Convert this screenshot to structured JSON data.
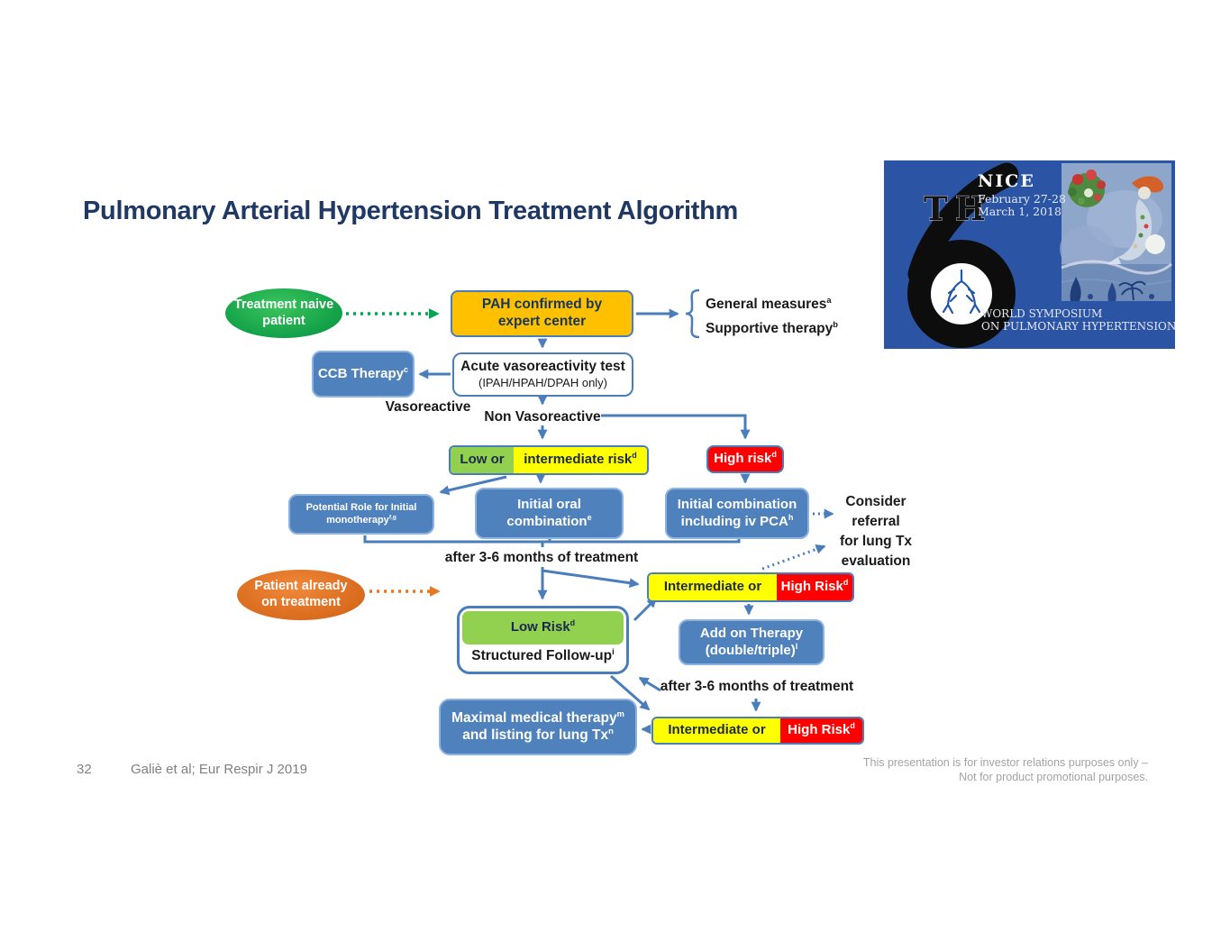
{
  "slide": {
    "title": "Pulmonary Arterial Hypertension Treatment Algorithm",
    "page_number": "32",
    "citation": "Galiè et al; Eur Respir J 2019",
    "disclaimer_line1": "This presentation is for investor relations purposes only –",
    "disclaimer_line2": "Not for product promotional purposes."
  },
  "logo": {
    "nice": "NICE",
    "date_line1": "February 27-28",
    "date_line2": "March 1, 2018",
    "number": "6",
    "number_suffix": "TH",
    "org_line1": "WORLD SYMPOSIUM",
    "org_line2": "ON PULMONARY HYPERTENSION",
    "bg_color": "#2b55a4"
  },
  "flowchart": {
    "treatment_naive": {
      "line1": "Treatment naive",
      "line2": "patient"
    },
    "pah_confirmed": {
      "line1": "PAH confirmed by",
      "line2": "expert center"
    },
    "general_measures": {
      "text": "General measures",
      "sup": "a"
    },
    "supportive_therapy": {
      "text": "Supportive therapy",
      "sup": "b"
    },
    "ccb_therapy": {
      "text": "CCB Therapy",
      "sup": "c"
    },
    "acute_test": {
      "line1": "Acute vasoreactivity test",
      "line2": "(IPAH/HPAH/DPAH only)"
    },
    "vasoreactive_label": "Vasoreactive",
    "non_vasoreactive_label": "Non Vasoreactive",
    "low_or": "Low or",
    "intermediate_risk": {
      "text": "intermediate risk",
      "sup": "d"
    },
    "high_risk_1": {
      "text": "High risk",
      "sup": "d"
    },
    "potential_role": {
      "line1": "Potential Role for Initial",
      "line2": "monotherapy",
      "sup": "f,g"
    },
    "initial_oral": {
      "line1": "Initial  oral",
      "line2": "combination",
      "sup": "e"
    },
    "initial_combination": {
      "line1": "Initial combination",
      "line2": "including iv PCA",
      "sup": "h"
    },
    "consider_referral": {
      "line1": "Consider",
      "line2": "referral",
      "line3": "for lung Tx",
      "line4": "evaluation"
    },
    "after_3_6_months_1": "after 3-6 months of treatment",
    "patient_already": {
      "line1": "Patient already",
      "line2": "on treatment"
    },
    "intermediate_or_1": "Intermediate or",
    "high_risk_cap_1": {
      "text": "High Risk",
      "sup": "d"
    },
    "low_risk": {
      "text": "Low Risk",
      "sup": "d"
    },
    "structured_followup": {
      "text": "Structured Follow-up",
      "sup": "i"
    },
    "add_on_therapy": {
      "line1": "Add on Therapy",
      "line2": "(double/triple)",
      "sup": "l"
    },
    "after_3_6_months_2": "after 3-6 months of treatment",
    "intermediate_or_2": "Intermediate or",
    "high_risk_cap_2": {
      "text": "High Risk",
      "sup": "d"
    },
    "maximal_therapy": {
      "line1": "Maximal medical therapy",
      "sup1": "m",
      "line2": "and listing for lung Tx",
      "sup2": "n"
    }
  },
  "colors": {
    "arrow_blue": "#4a7ebb",
    "box_blue": "#4f81bd",
    "amber": "#ffc000",
    "green": "#92d050",
    "yellow": "#ffff00",
    "red": "#ff0000",
    "naive_green": "#00a64f",
    "orange": "#e87722",
    "logo_blue": "#2b55a4",
    "title_navy": "#1f3864"
  }
}
